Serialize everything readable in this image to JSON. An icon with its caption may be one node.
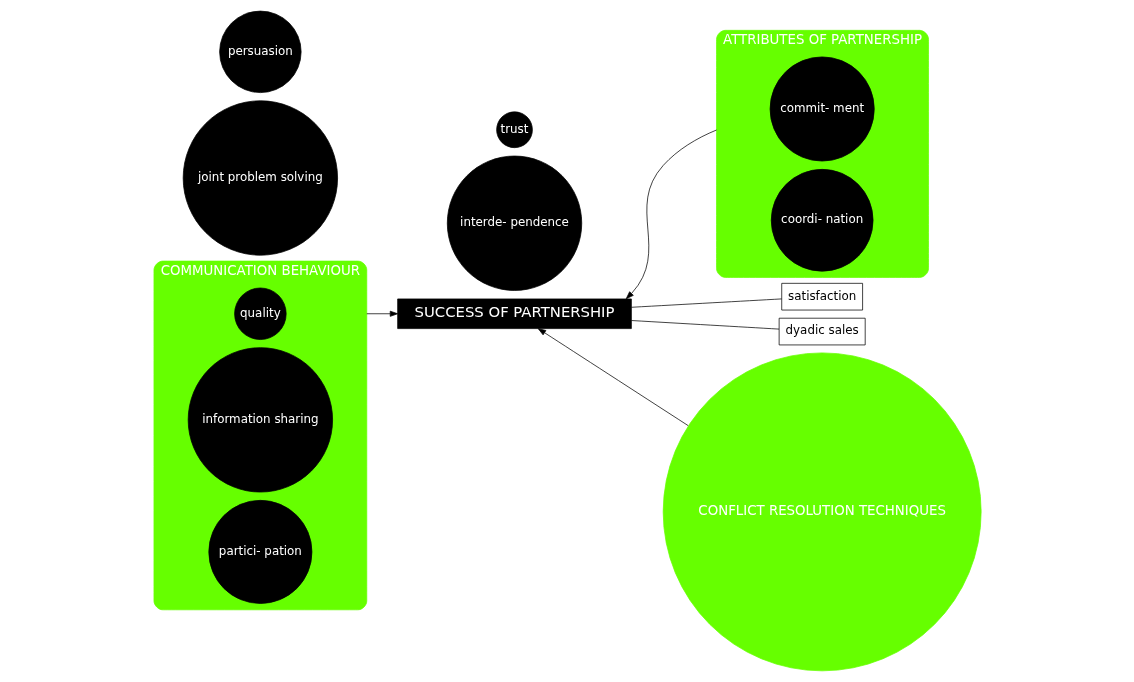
{
  "diagram": {
    "nodes": [
      {
        "text": [
          "COMMUNICATION BEHAVIOUR"
        ]
      },
      {
        "text": [
          "quality"
        ],
        "in": 0
      },
      {
        "text": [
          "information sharing"
        ],
        "in": 0
      },
      {
        "text": [
          "partici- pation"
        ],
        "in": 0
      },
      {
        "text": [
          "ATTRIBUTES OF PARTNERSHIP"
        ]
      },
      {
        "text": [
          "interde- pendence"
        ]
      },
      {
        "text": [
          "commit- ment"
        ],
        "in": 4
      },
      {
        "text": [
          "trust"
        ]
      },
      {
        "text": [
          "coordi- nation"
        ],
        "in": 4
      },
      {
        "text": [
          "SUCCESS OF PARTNERSHIP"
        ]
      },
      {
        "text": [
          "satisfaction"
        ]
      },
      {
        "text": [
          "dyadic sales"
        ]
      },
      {
        "text": [
          "CONFLICT RESOLUTION TECHNIQUES"
        ]
      },
      {
        "text": [
          "joint problem solving"
        ]
      },
      {
        "text": [
          "persuasion"
        ]
      }
    ],
    "edges": [
      {
        "from": 0,
        "to": 9,
        "arrow": "to"
      },
      {
        "from": 4,
        "to": 9,
        "arrow": "to"
      },
      {
        "from": 12,
        "to": 9,
        "arrow": "to"
      },
      {
        "from": 9,
        "to": 10,
        "arrow": "none"
      },
      {
        "from": 9,
        "to": 11,
        "arrow": "none"
      }
    ]
  }
}
